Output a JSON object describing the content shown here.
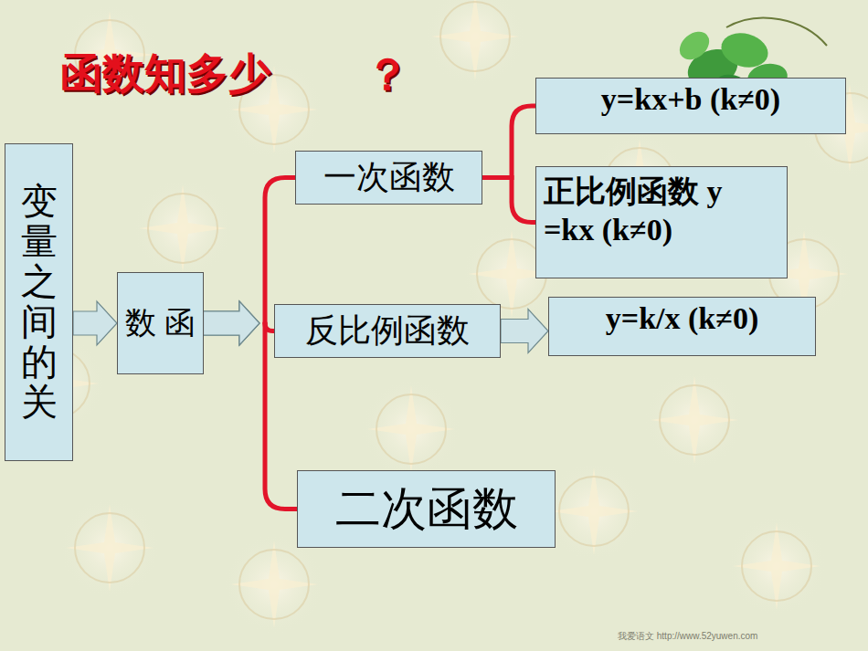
{
  "diagram": {
    "title": "函数知多少",
    "nodes": [
      {
        "text": [
          "变量之间的关"
        ]
      },
      {
        "text": [
          "数 函"
        ]
      },
      {
        "text": [
          "一次函数"
        ]
      },
      {
        "text": [
          "y=kx+b (k≠0)"
        ]
      },
      {
        "text": [
          "正比例函数 y =kx (k≠0)"
        ]
      },
      {
        "text": [
          "反比例函数"
        ]
      },
      {
        "text": [
          "y=k/x (k≠0)"
        ]
      },
      {
        "text": [
          "二次函数"
        ]
      }
    ],
    "edges": [
      {
        "from": 0,
        "to": 1,
        "arrow": "to"
      },
      {
        "from": 1,
        "to": 2,
        "arrow": "to"
      },
      {
        "from": 1,
        "to": 5,
        "arrow": "to"
      },
      {
        "from": 1,
        "to": 7,
        "arrow": "to"
      },
      {
        "from": 2,
        "to": 3,
        "arrow": "none"
      },
      {
        "from": 2,
        "to": 4,
        "arrow": "none"
      },
      {
        "from": 5,
        "to": 6,
        "arrow": "to"
      }
    ],
    "labels": [
      "？",
      "我爱语文 http://www.52yuwen.com"
    ]
  }
}
